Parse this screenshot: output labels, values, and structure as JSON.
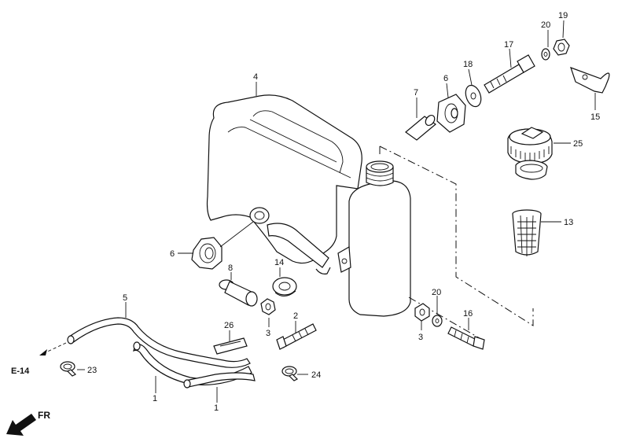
{
  "labels": {
    "p1a": "1",
    "p1b": "1",
    "p2": "2",
    "p3a": "3",
    "p3b": "3",
    "p4": "4",
    "p5": "5",
    "p6a": "6",
    "p6b": "6",
    "p7": "7",
    "p8": "8",
    "p13": "13",
    "p14": "14",
    "p15": "15",
    "p16": "16",
    "p17": "17",
    "p18": "18",
    "p19": "19",
    "p20a": "20",
    "p20b": "20",
    "p23": "23",
    "p24": "24",
    "p25": "25",
    "p26": "26"
  },
  "refs": {
    "e14": "E-14",
    "fr": "FR"
  }
}
